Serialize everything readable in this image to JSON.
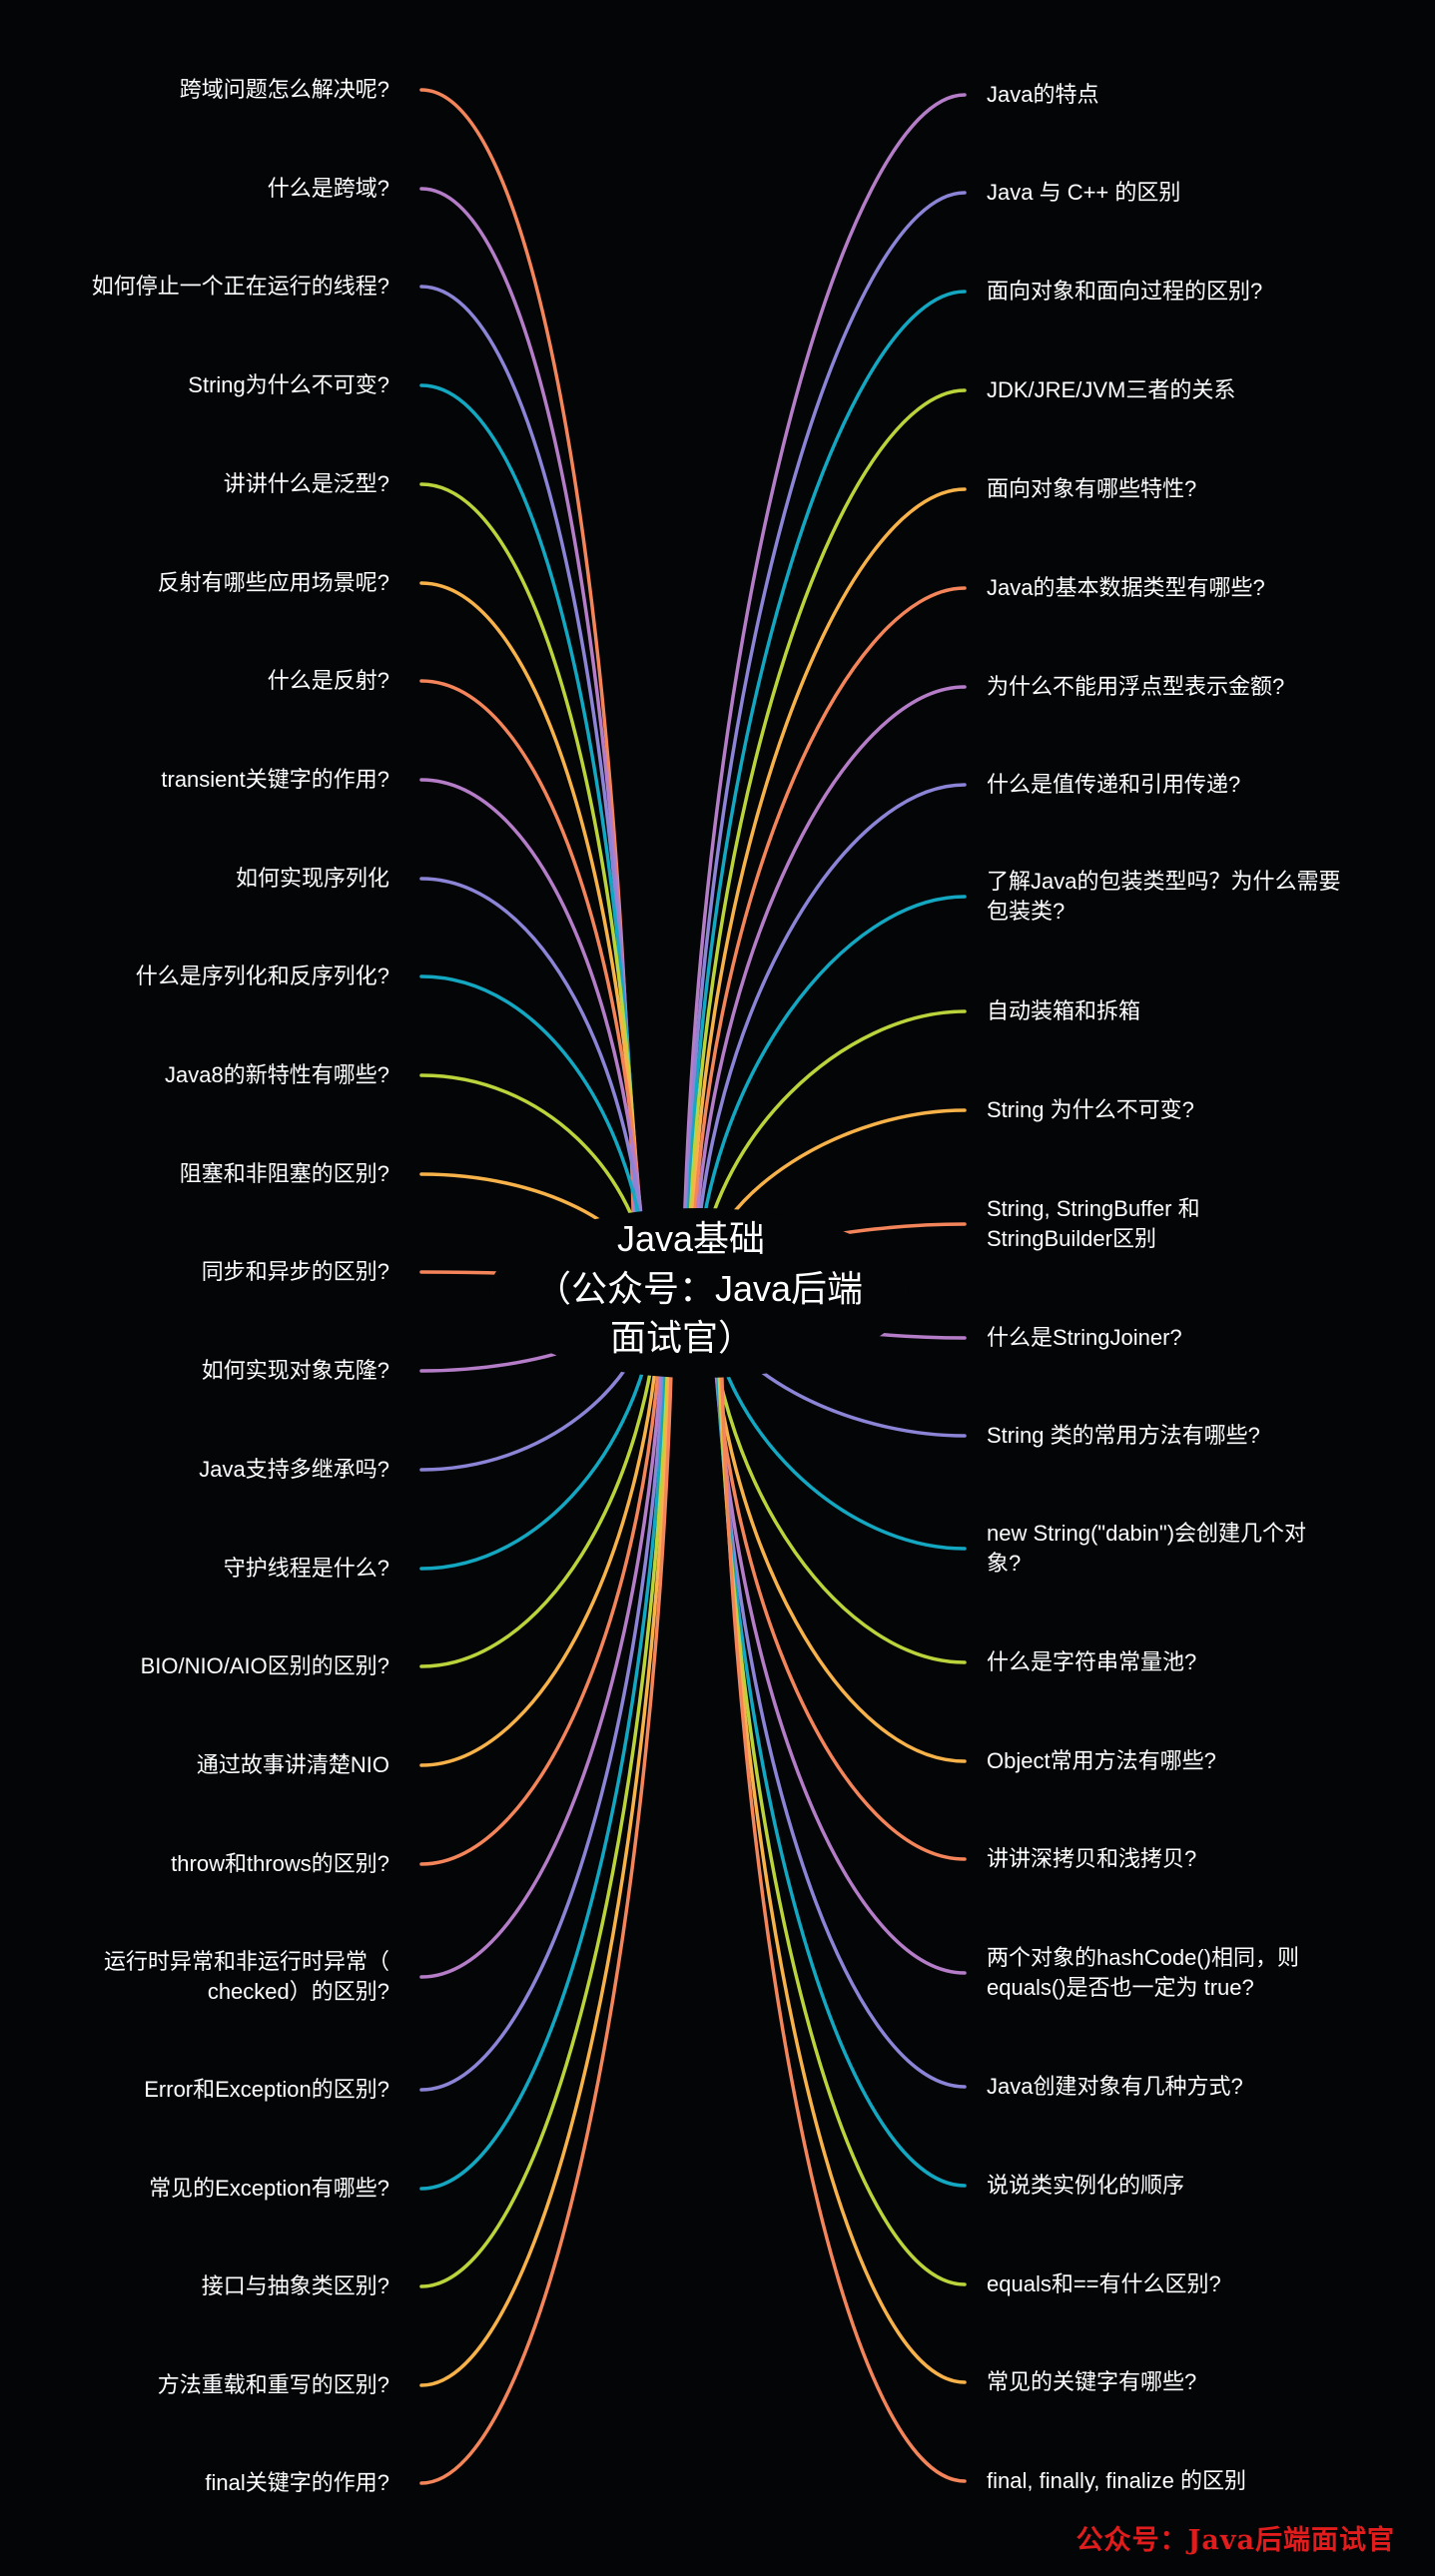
{
  "center": {
    "lines": [
      "Java基础",
      "（公众号：Java后端",
      "面试官）"
    ]
  },
  "colors": [
    "#f4845a",
    "#b57dc8",
    "#8c84d6",
    "#13a7c2",
    "#bcd43b",
    "#f8b24a"
  ],
  "left": [
    "跨域问题怎么解决呢?",
    "什么是跨域?",
    "如何停止一个正在运行的线程?",
    "String为什么不可变?",
    "讲讲什么是泛型?",
    "反射有哪些应用场景呢?",
    "什么是反射?",
    "transient关键字的作用?",
    "如何实现序列化",
    "什么是序列化和反序列化?",
    "Java8的新特性有哪些?",
    "阻塞和非阻塞的区别?",
    "同步和异步的区别?",
    "如何实现对象克隆?",
    "Java支持多继承吗?",
    "守护线程是什么?",
    "BIO/NIO/AIO区别的区别?",
    "通过故事讲清楚NIO",
    "throw和throws的区别?",
    "运行时异常和非运行时异常（\nchecked）的区别?",
    "Error和Exception的区别?",
    "常见的Exception有哪些?",
    "接口与抽象类区别?",
    "方法重载和重写的区别?",
    "final关键字的作用?"
  ],
  "right": [
    "Java的特点",
    "Java 与 C++ 的区别",
    "面向对象和面向过程的区别?",
    "JDK/JRE/JVM三者的关系",
    "面向对象有哪些特性?",
    "Java的基本数据类型有哪些?",
    "为什么不能用浮点型表示金额?",
    "什么是值传递和引用传递?",
    "了解Java的包装类型吗？为什么需要\n包装类?",
    "自动装箱和拆箱",
    "String 为什么不可变?",
    "String, StringBuffer 和\nStringBuilder区别",
    "什么是StringJoiner?",
    "String 类的常用方法有哪些?",
    "new String(\"dabin\")会创建几个对\n象?",
    "什么是字符串常量池?",
    "Object常用方法有哪些?",
    "讲讲深拷贝和浅拷贝?",
    "两个对象的hashCode()相同，则\nequals()是否也一定为 true?",
    "Java创建对象有几种方式?",
    "说说类实例化的顺序",
    "equals和==有什么区别?",
    "常见的关键字有哪些?",
    "final, finally, finalize 的区别"
  ],
  "watermark": "公众号：Java后端面试官"
}
